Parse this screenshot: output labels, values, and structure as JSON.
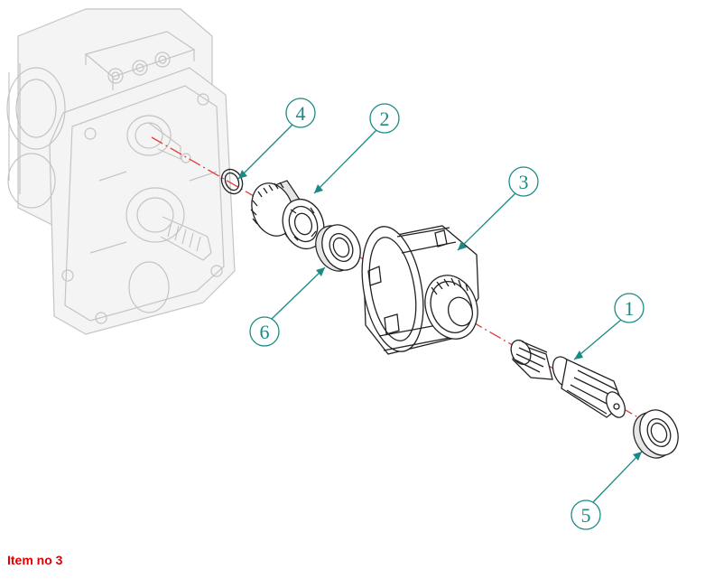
{
  "caption": {
    "text": "Item no 3"
  },
  "callouts": [
    {
      "label": "1"
    },
    {
      "label": "2"
    },
    {
      "label": "3"
    },
    {
      "label": "4"
    },
    {
      "label": "5"
    },
    {
      "label": "6"
    }
  ],
  "colors": {
    "callout": "#1a8a86",
    "axis_line": "#e03a3a",
    "caption": "#e00000",
    "housing_line": "#c4c4c4",
    "part_line": "#222222"
  }
}
